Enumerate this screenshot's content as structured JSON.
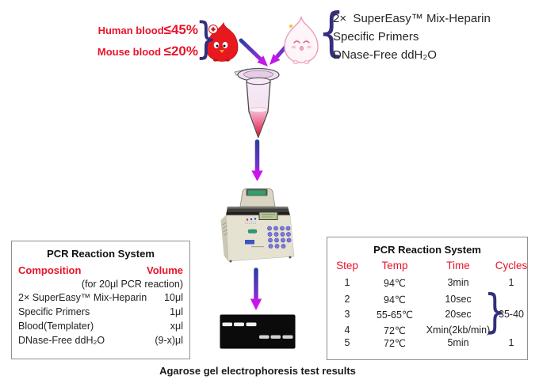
{
  "colors": {
    "red_text": "#e8142a",
    "brace_navy": "#332e7d",
    "arrow_blue": "#2b3f9e",
    "arrow_magenta": "#c916ee",
    "table_border": "#8f8f8f",
    "gel_background": "#0b0b0b"
  },
  "top_left": {
    "lines": [
      {
        "label": "Human blood",
        "value": "≤45%"
      },
      {
        "label": "Mouse blood ",
        "value": "≤20%"
      }
    ],
    "brace": "}"
  },
  "components": {
    "brace": "{",
    "items": [
      "2×  SuperEasy™ Mix-Heparin",
      "Specific Primers",
      "DNase-Free ddH₂O"
    ]
  },
  "left_table": {
    "title": "PCR Reaction System",
    "col1_header": "Composition",
    "col2_header": "Volume",
    "subheader": "(for 20μl PCR reaction)",
    "rows": [
      {
        "composition": "2× SuperEasy™ Mix-Heparin",
        "volume": "10μl"
      },
      {
        "composition": "Specific Primers",
        "volume": "1μl"
      },
      {
        "composition": "Blood(Templater)",
        "volume": "xμl"
      },
      {
        "composition": "DNase-Free ddH₂O",
        "volume": "(9-x)μl"
      }
    ]
  },
  "right_table": {
    "title": "PCR Reaction System",
    "headers": [
      "Step",
      "Temp",
      "Time",
      "Cycles"
    ],
    "rows": [
      {
        "step": "1",
        "temp": "94℃",
        "time": "3min",
        "cycles": "1"
      },
      {
        "step": "2",
        "temp": "94℃",
        "time": "10sec",
        "cycles": ""
      },
      {
        "step": "3",
        "temp": "55-65℃",
        "time": "20sec",
        "cycles": ""
      },
      {
        "step": "4",
        "temp": "72℃",
        "time": "Xmin(2kb/min)",
        "cycles": ""
      },
      {
        "step": "5",
        "temp": "72℃",
        "time": "5min",
        "cycles": "1"
      }
    ],
    "cycles_group": {
      "brace": "}",
      "label": "35-40"
    }
  },
  "caption": "Agarose gel electrophoresis test results",
  "icons": {
    "red-blood-drop-icon": "cartoon red blood drop with nurse cap",
    "pink-drop-icon": "cartoon pale reagent drop with happy face",
    "arrow-left-diagonal-icon": "blue-to-magenta arrow into tube",
    "arrow-right-diagonal-icon": "blue-to-magenta arrow into tube",
    "arrow-tube-to-cycler-icon": "blue-to-magenta downward arrow",
    "arrow-cycler-to-gel-icon": "blue-to-magenta downward arrow",
    "microcentrifuge-tube-icon": "open PCR tube with pink-red sample",
    "thermal-cycler-icon": "beige PCR thermal cycler with keypad and LCD",
    "gel-image": "black agarose gel with six white bands"
  }
}
